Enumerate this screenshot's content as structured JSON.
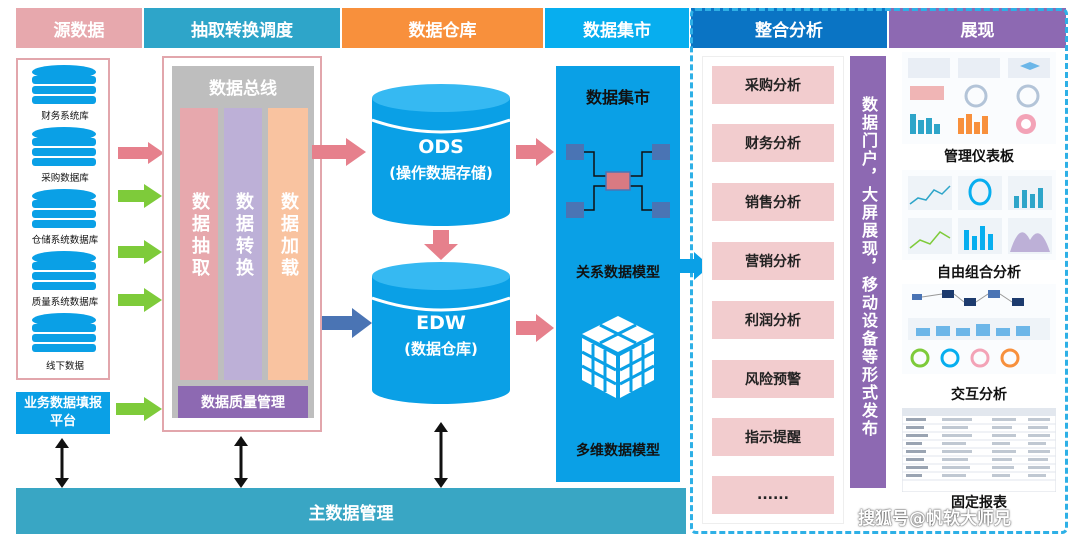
{
  "headers": [
    {
      "id": "source",
      "label": "源数据",
      "color": "#e7a8ad"
    },
    {
      "id": "etl",
      "label": "抽取转换调度",
      "color": "#2ea5c9"
    },
    {
      "id": "warehouse",
      "label": "数据仓库",
      "color": "#f8903c"
    },
    {
      "id": "mart",
      "label": "数据集市",
      "color": "#07aeef"
    },
    {
      "id": "analysis",
      "label": "整合分析",
      "color": "#0a74c4"
    },
    {
      "id": "display",
      "label": "展现",
      "color": "#8d69b2"
    }
  ],
  "sources": [
    "财务系统库",
    "采购数据库",
    "仓储系统数据库",
    "质量系统数据库",
    "线下数据"
  ],
  "business_platform": "业务数据填报平台",
  "etl": {
    "bus": "数据总线",
    "extract": "数据抽取",
    "transform": "数据转换",
    "load": "数据加载",
    "quality": "数据质量管理"
  },
  "warehouse": {
    "ods_title": "ODS",
    "ods_sub": "(操作数据存储)",
    "edw_title": "EDW",
    "edw_sub": "(数据仓库)"
  },
  "mart": {
    "title": "数据集市",
    "relational": "关系数据模型",
    "multidim": "多维数据模型"
  },
  "analysis_items": [
    "采购分析",
    "财务分析",
    "销售分析",
    "营销分析",
    "利润分析",
    "风险预警",
    "指示提醒",
    "......"
  ],
  "portal_text": "数据门户，大屏展现，移动设备等形式发布",
  "display": {
    "dashboard": "管理仪表板",
    "combo": "自由组合分析",
    "interactive": "交互分析",
    "fixed": "固定报表"
  },
  "master_data": "主数据管理",
  "watermark": "搜狐号@帆软大师兄",
  "colors": {
    "pink_arrow": "#e6808c",
    "green_arrow": "#7ecb3a",
    "blue_arrow": "#4a74b4",
    "cylinder": "#0aa0e6",
    "bus_gray": "#bebebe",
    "extract": "#e7a8ad",
    "transform": "#bdb0d7",
    "load": "#f9c3a0",
    "quality": "#8d69b2",
    "master": "#39a6c4",
    "portal": "#8d69b2",
    "dash_border": "#2eb0e6"
  }
}
